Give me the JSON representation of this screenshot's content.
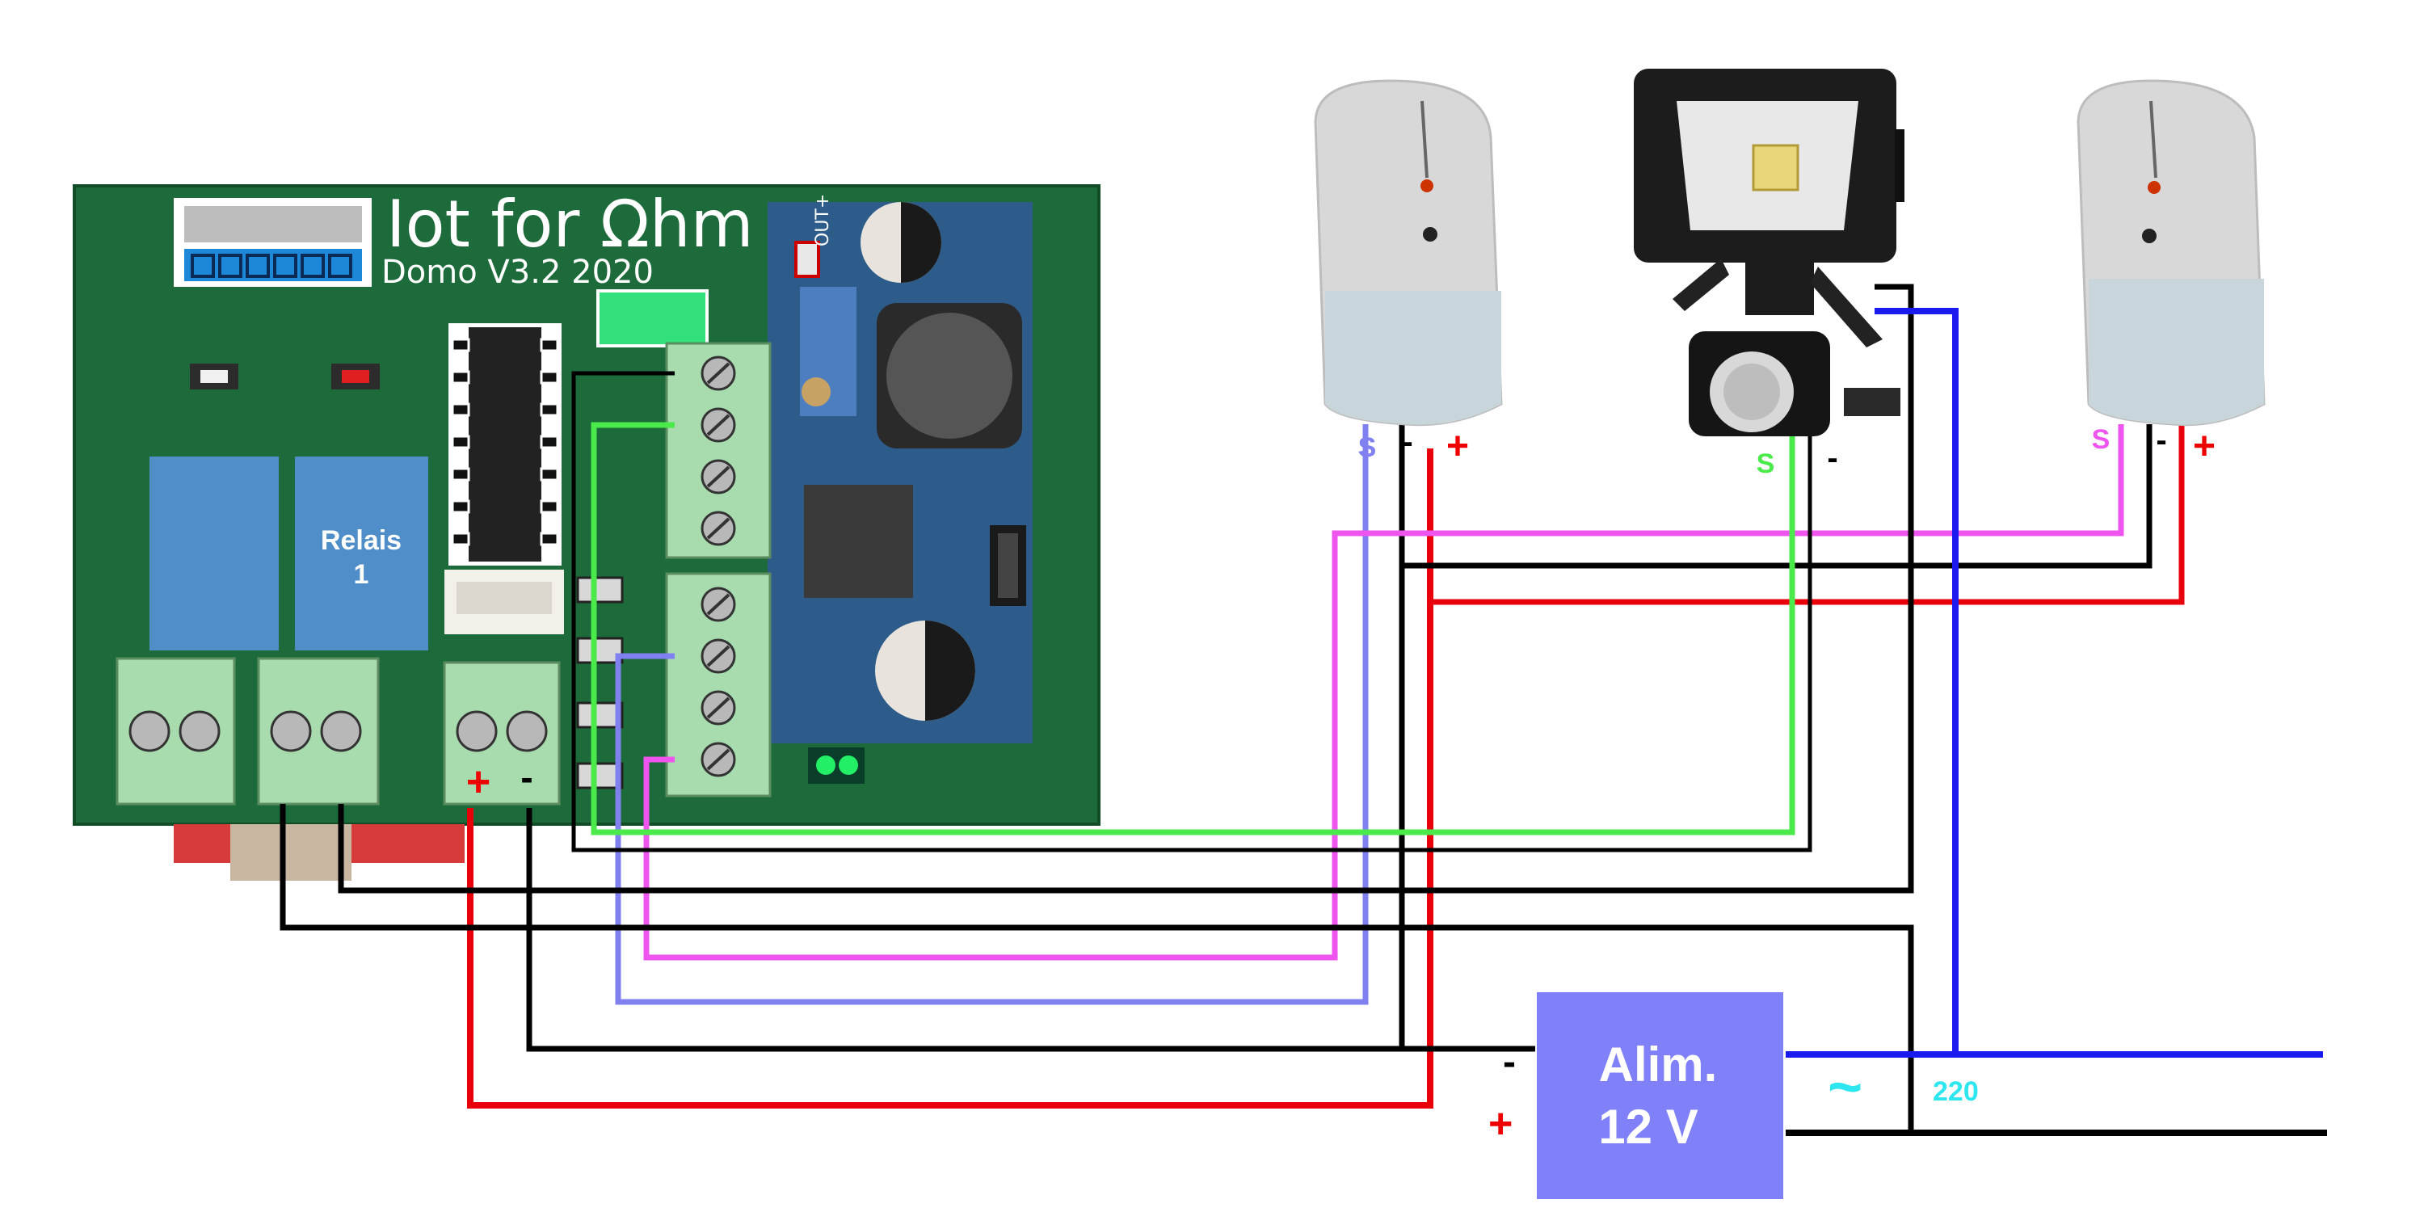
{
  "board": {
    "title": "Iot for Ωhm",
    "subtitle": "Domo V3.2 2020",
    "relay_label_line1": "Relais",
    "relay_label_line2": "1",
    "terminal_plus": "+",
    "terminal_minus": "-",
    "module_label": "OUT+"
  },
  "sensors": {
    "left_pir": {
      "s": "S",
      "minus": "-",
      "plus": "+"
    },
    "floodlight": {
      "s": "S",
      "minus": "-"
    },
    "right_pir": {
      "s": "S",
      "minus": "-",
      "plus": "+"
    }
  },
  "power_supply": {
    "line1": "Alim.",
    "line2": "12 V",
    "minus": "-",
    "plus": "+",
    "ac_symbol": "~",
    "mains_voltage": "220"
  },
  "colors": {
    "board_green": "#1d6b3a",
    "wire_black": "#000000",
    "wire_red": "#e8000b",
    "wire_green": "#4bea4b",
    "wire_magenta": "#ee55ee",
    "wire_periwinkle": "#8080f0",
    "wire_blue": "#1a1aee",
    "psu_box": "#8080f8",
    "ac_cyan": "#2ee6f0"
  }
}
